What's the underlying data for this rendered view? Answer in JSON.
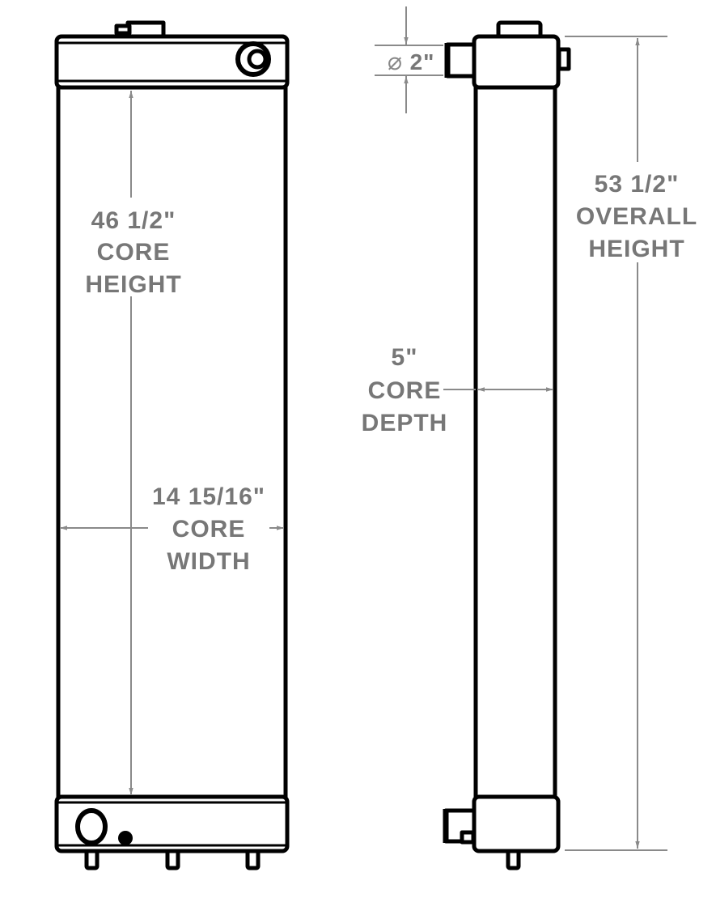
{
  "front_view": {
    "core_height": {
      "value": "46 1/2\"",
      "line1": "CORE",
      "line2": "HEIGHT"
    },
    "core_width": {
      "value": "14 15/16\"",
      "line1": "CORE",
      "line2": "WIDTH"
    }
  },
  "side_view": {
    "pipe_diameter": {
      "symbol": "⌀",
      "value": "2\""
    },
    "core_depth": {
      "value": "5\"",
      "line1": "CORE",
      "line2": "DEPTH"
    },
    "overall_height": {
      "value": "53 1/2\"",
      "line1": "OVERALL",
      "line2": "HEIGHT"
    }
  },
  "colors": {
    "outline": "#000000",
    "dimension": "#8a8a8a",
    "text": "#777777"
  }
}
